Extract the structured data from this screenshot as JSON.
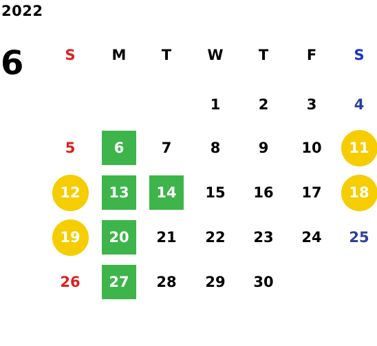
{
  "year": "2022",
  "month": "6",
  "colors": {
    "sunday": "#e01f1f",
    "saturday_header": "#1a33d1",
    "saturday": "#2b3fa0",
    "weekday": "#000000",
    "green_highlight": "#3db54a",
    "yellow_highlight": "#f5cd00",
    "highlight_text": "#ffffff"
  },
  "weekdays": [
    "S",
    "M",
    "T",
    "W",
    "T",
    "F",
    "S"
  ],
  "weeks": [
    [
      null,
      null,
      null,
      "1",
      "2",
      "3",
      "4"
    ],
    [
      "5",
      "6",
      "7",
      "8",
      "9",
      "10",
      "11"
    ],
    [
      "12",
      "13",
      "14",
      "15",
      "16",
      "17",
      "18"
    ],
    [
      "19",
      "20",
      "21",
      "22",
      "23",
      "24",
      "25"
    ],
    [
      "26",
      "27",
      "28",
      "29",
      "30",
      null,
      null
    ]
  ],
  "highlights": {
    "green": [
      "6",
      "13",
      "14",
      "20",
      "27"
    ],
    "yellow": [
      "11",
      "12",
      "18",
      "19"
    ]
  }
}
